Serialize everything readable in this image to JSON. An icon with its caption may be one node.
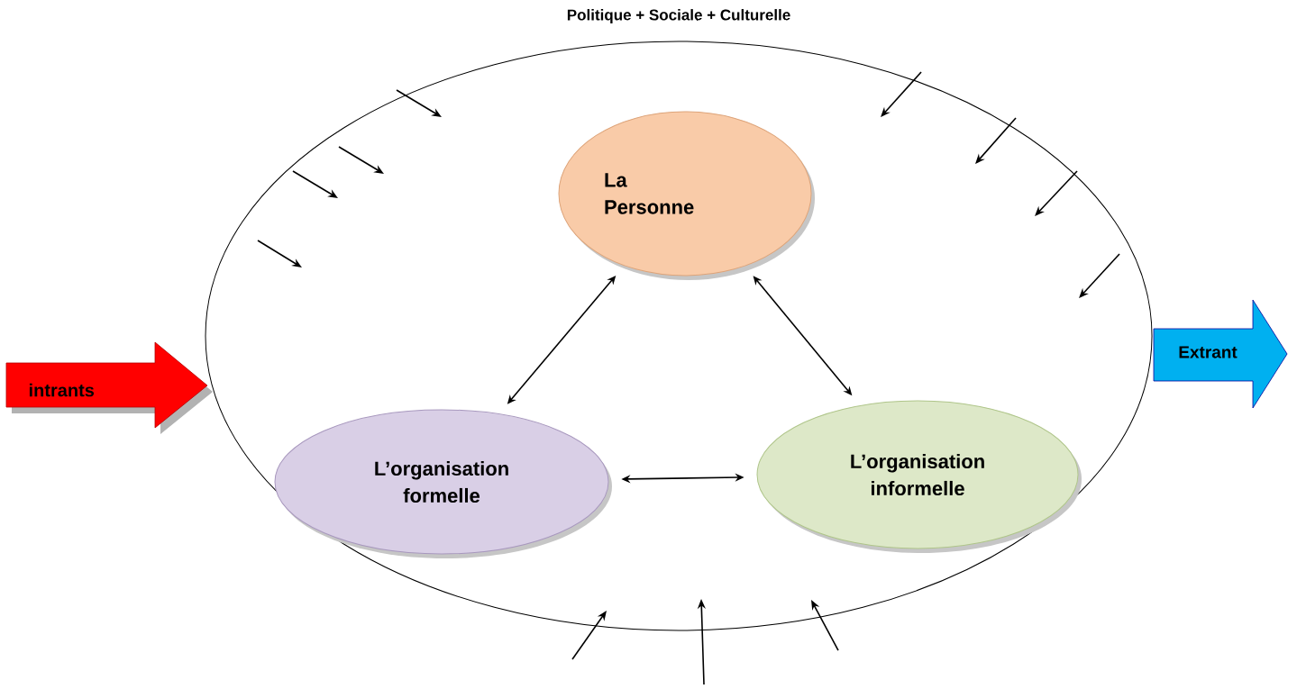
{
  "diagram": {
    "nodes": [
      {
        "text": [
          "Politique + Sociale + Culturelle"
        ]
      },
      {
        "text": [
          "La Personne"
        ],
        "in": 0
      },
      {
        "text": [
          "L’organisation formelle"
        ],
        "in": 0
      },
      {
        "text": [
          "L’organisation informelle"
        ],
        "in": 0
      },
      {
        "text": [
          "intrants"
        ]
      },
      {
        "text": [
          "Extrant"
        ]
      }
    ],
    "edges": [
      {
        "from": 1,
        "to": 2,
        "arrow": "both"
      },
      {
        "from": 1,
        "to": 3,
        "arrow": "both"
      },
      {
        "from": 2,
        "to": 3,
        "arrow": "both"
      }
    ]
  }
}
